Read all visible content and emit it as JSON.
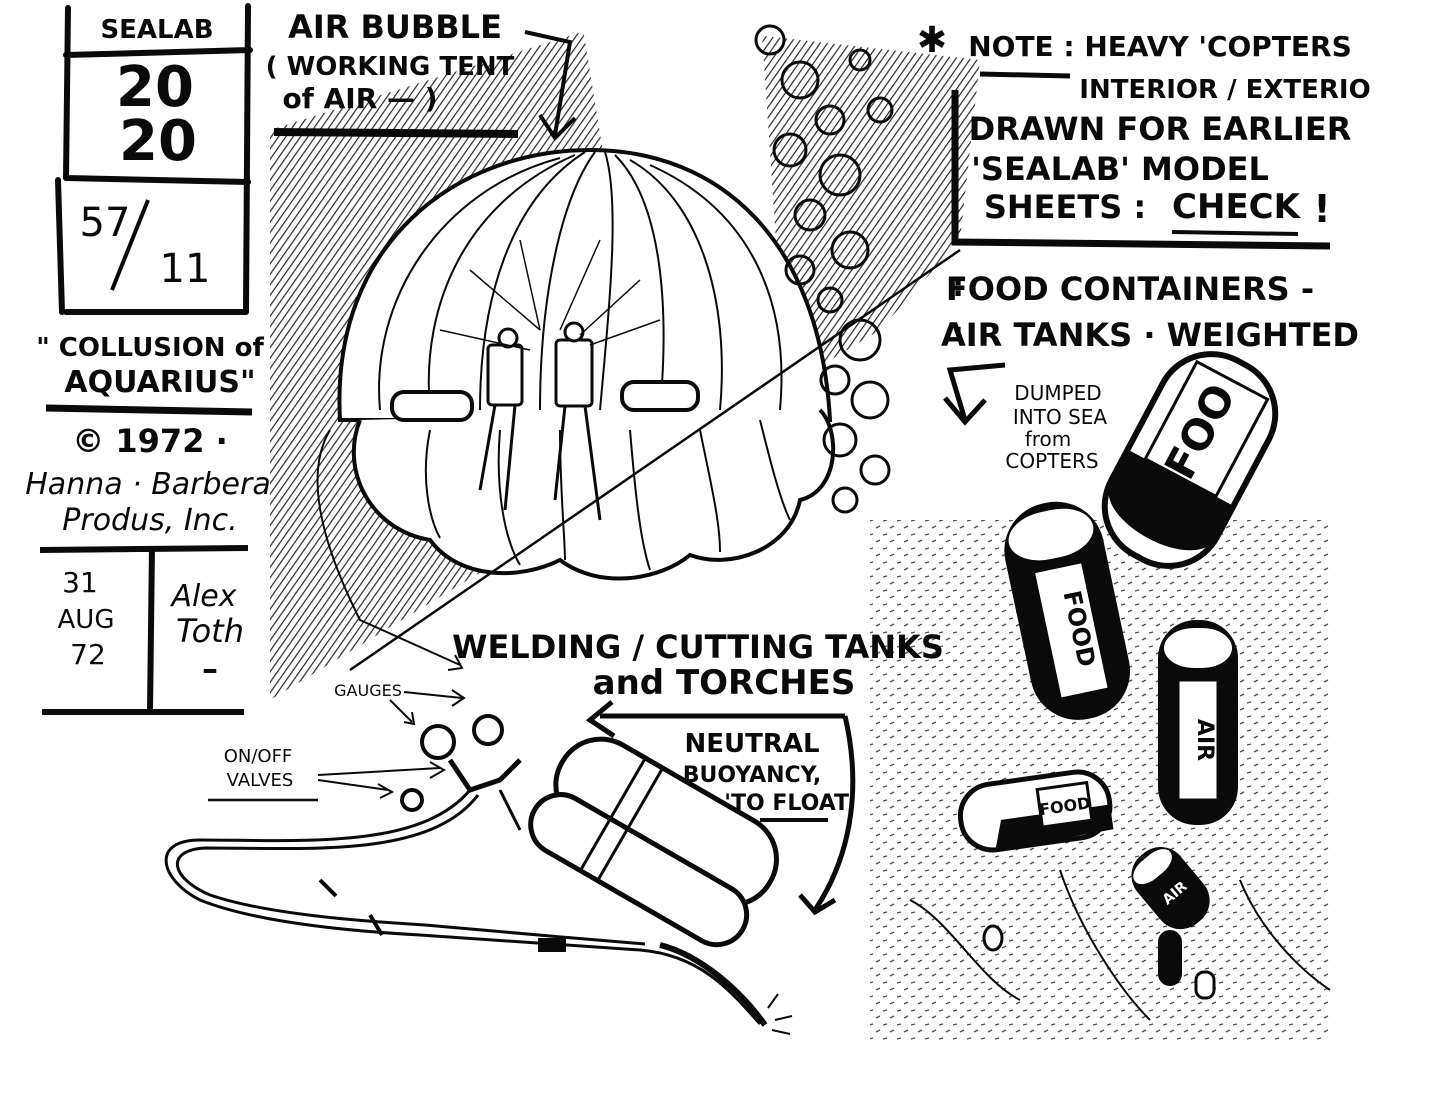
{
  "title_box": {
    "show": "SEALAB",
    "year_line1": "20",
    "year_line2": "20",
    "sheet_top": "57",
    "sheet_bottom": "11"
  },
  "episode": {
    "line1": "\" COLLUSION of",
    "line2": "AQUARIUS\""
  },
  "copyright": {
    "line1": "© 1972 ·",
    "line2": "Hanna · Barbera",
    "line3": "Produs, Inc."
  },
  "footer_box": {
    "date_day": "31",
    "date_month": "AUG",
    "date_year": "72",
    "artist_first": "Alex",
    "artist_last": "Toth",
    "artist_dash": "–"
  },
  "labels": {
    "air_bubble_1": "AIR BUBBLE",
    "air_bubble_2": "( WORKING TENT",
    "air_bubble_3": "of AIR — )",
    "note_1": "NOTE : HEAVY 'COPTERS",
    "note_2": "INTERIOR / EXTERIO",
    "note_3": "DRAWN FOR EARLIER",
    "note_4": "'SEALAB' MODEL",
    "note_5": "SHEETS :",
    "note_check": "CHECK",
    "note_bang": "!",
    "food_1": "FOOD CONTAINERS -",
    "food_2": "AIR TANKS · WEIGHTED",
    "dumped_1": "DUMPED",
    "dumped_2": "INTO SEA",
    "dumped_3": "from",
    "dumped_4": "COPTERS",
    "welding_1": "WELDING / CUTTING TANKS",
    "welding_2": "and TORCHES",
    "gauges": "GAUGES",
    "valves_1": "ON/OFF",
    "valves_2": "VALVES",
    "neutral_1": "NEUTRAL",
    "neutral_2": "BUOYANCY,",
    "neutral_3": "'TO FLOAT'"
  },
  "canisters": {
    "food_big": "FOO",
    "food_upright": "FOOD",
    "air_upright": "AIR",
    "food_small": "FOOD",
    "air_small": "AIR"
  },
  "colors": {
    "ink": "#0a0a0a",
    "paper": "#ffffff"
  }
}
